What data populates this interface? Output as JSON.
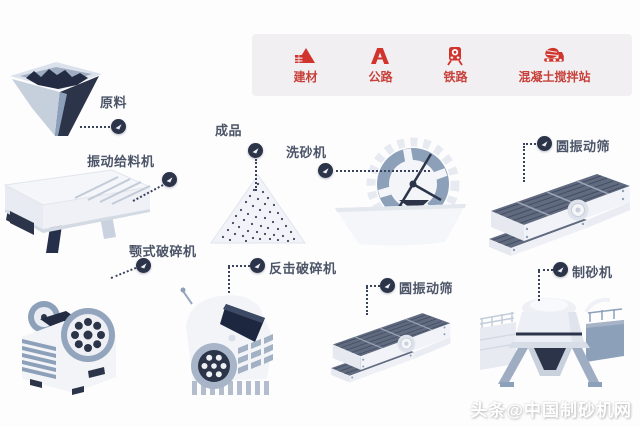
{
  "applications_panel": {
    "items": [
      {
        "label": "建材",
        "icon": "building-materials-icon"
      },
      {
        "label": "公路",
        "icon": "highway-icon"
      },
      {
        "label": "铁路",
        "icon": "railway-icon"
      },
      {
        "label": "混凝土搅拌站",
        "icon": "concrete-mixing-plant-icon"
      }
    ]
  },
  "flow_nodes": [
    {
      "id": "raw-material",
      "label": "原料"
    },
    {
      "id": "vibrating-feeder",
      "label": "振动给料机"
    },
    {
      "id": "jaw-crusher",
      "label": "颚式破碎机"
    },
    {
      "id": "finished-product",
      "label": "成品"
    },
    {
      "id": "sand-washer",
      "label": "洗砂机"
    },
    {
      "id": "circular-vibrating-screen-top",
      "label": "圆振动筛"
    },
    {
      "id": "impact-crusher",
      "label": "反击破碎机"
    },
    {
      "id": "circular-vibrating-screen-bottom",
      "label": "圆振动筛"
    },
    {
      "id": "sand-making-machine",
      "label": "制砂机"
    }
  ],
  "watermark": {
    "text": "头条@中国制砂机网"
  },
  "colors": {
    "accent_red": "#d0342c",
    "dark_navy": "#2b3449",
    "steel_blue": "#8da0b9",
    "panel_bg": "#f1eff2",
    "background": "#fdfdfe"
  }
}
